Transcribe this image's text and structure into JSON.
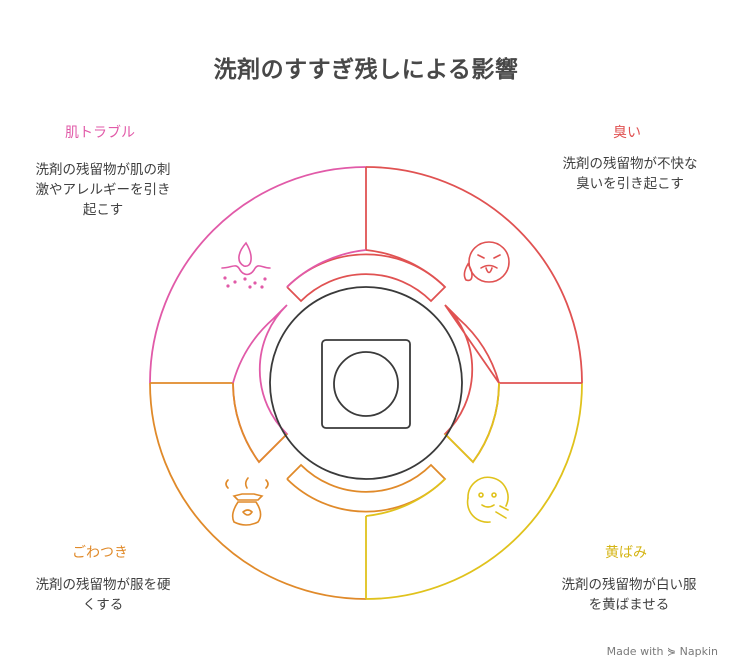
{
  "title": "洗剤のすすぎ残しによる影響",
  "sections": {
    "top_left": {
      "label": "肌トラブル",
      "desc": [
        "洗剤の残留物が肌の刺",
        "激やアレルギーを引き",
        "起こす"
      ],
      "color": "#e15aa8",
      "icon": "skin-irritation-icon"
    },
    "top_right": {
      "label": "臭い",
      "desc": [
        "洗剤の残留物が不快な",
        "臭いを引き起こす"
      ],
      "color": "#e05252",
      "icon": "disgusted-face-icon"
    },
    "bottom_right": {
      "label": "黄ばみ",
      "desc": [
        "洗剤の残留物が白い服",
        "を黄ばませる"
      ],
      "color": "#e0c21c",
      "icon": "yellowing-stain-icon"
    },
    "bottom_left": {
      "label": "ごわつき",
      "desc": [
        "洗剤の残留物が服を硬",
        "くする"
      ],
      "color": "#e08a2a",
      "icon": "stiff-bag-icon"
    }
  },
  "watermark": {
    "prefix": "Made with",
    "brand": "Napkin"
  },
  "colors": {
    "center_ring": "#3a3a3a"
  }
}
